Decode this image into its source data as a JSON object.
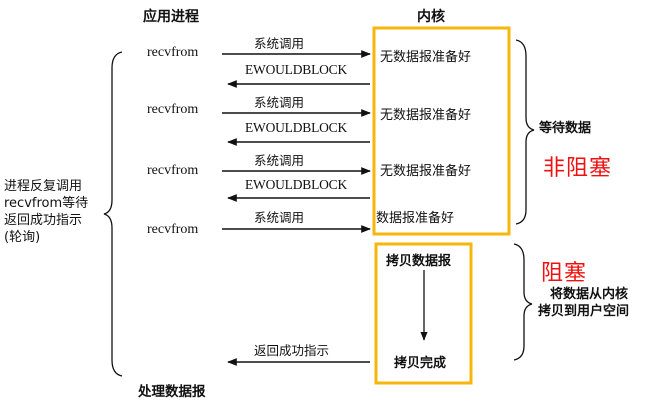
{
  "headers": {
    "app_process": "应用进程",
    "kernel": "内核"
  },
  "left_note": {
    "lines": [
      "进程反复调用",
      "recvfrom等待",
      "返回成功指示",
      "(轮询)"
    ]
  },
  "calls": [
    {
      "label": "recvfrom",
      "request": "系统调用",
      "reply": "EWOULDBLOCK",
      "kernel_state": "无数据报准备好"
    },
    {
      "label": "recvfrom",
      "request": "系统调用",
      "reply": "EWOULDBLOCK",
      "kernel_state": "无数据报准备好"
    },
    {
      "label": "recvfrom",
      "request": "系统调用",
      "reply": "EWOULDBLOCK",
      "kernel_state": "无数据报准备好"
    },
    {
      "label": "recvfrom",
      "request": "系统调用",
      "kernel_state": "数据报准备好"
    }
  ],
  "copy_phase": {
    "start": "拷贝数据报",
    "end": "拷贝完成",
    "reply": "返回成功指示"
  },
  "right_notes": {
    "wait_label": "等待数据",
    "nonblocking_label": "非阻塞",
    "blocking_label": "阻塞",
    "copy_label_lines": [
      "将数据从内核",
      "拷贝到用户空间"
    ]
  },
  "footer": "处理数据报",
  "colors": {
    "box_border": "#f6b60b",
    "highlight_text": "#ee1111",
    "line": "#111111"
  }
}
